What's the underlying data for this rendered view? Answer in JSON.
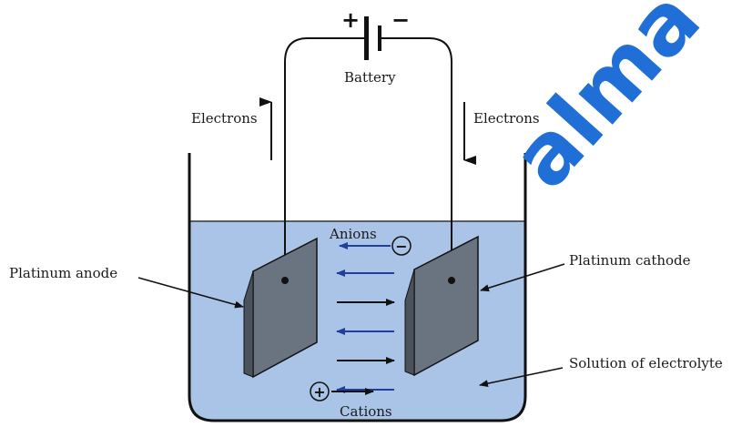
{
  "labels": {
    "battery": "Battery",
    "electrons_left": "Electrons",
    "electrons_right": "Electrons",
    "anions": "Anions",
    "cations": "Cations",
    "anode": "Platinum anode",
    "cathode": "Platinum cathode",
    "solution": "Solution of electrolyte"
  },
  "symbols": {
    "positive_terminal": "+",
    "negative_terminal": "−",
    "anion_charge": "−",
    "cation_charge": "+"
  },
  "watermark": {
    "text": "alma",
    "color": "#1f6fd6"
  },
  "colors": {
    "solution": "#a9c4e6",
    "electrode": "#6a7380",
    "ion_arrow_to_anode": "#1f3f9a",
    "ion_arrow_to_cathode": "#111111"
  },
  "ion_arrows": [
    {
      "direction": "to-anode"
    },
    {
      "direction": "to-cathode"
    },
    {
      "direction": "to-anode"
    },
    {
      "direction": "to-cathode"
    },
    {
      "direction": "to-anode"
    }
  ]
}
